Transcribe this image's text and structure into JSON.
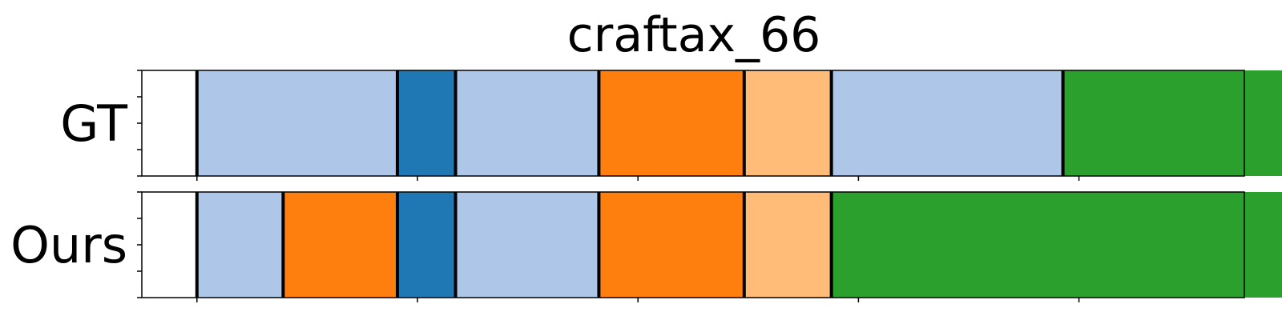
{
  "chart_data": {
    "type": "segmentation",
    "title": "craftax_66",
    "xlim": [
      0,
      55
    ],
    "x_ticks": [
      2.75,
      13.75,
      24.75,
      35.75,
      46.75,
      57.75
    ],
    "rows": [
      {
        "label": "GT",
        "segments": [
          {
            "start": 2.75,
            "end": 12.75,
            "color": "#aec7e8"
          },
          {
            "start": 12.75,
            "end": 15.65,
            "color": "#1f77b4"
          },
          {
            "start": 15.65,
            "end": 22.8,
            "color": "#aec7e8"
          },
          {
            "start": 22.8,
            "end": 30.05,
            "color": "#ff7f0e"
          },
          {
            "start": 30.05,
            "end": 34.4,
            "color": "#ffbb78"
          },
          {
            "start": 34.4,
            "end": 45.95,
            "color": "#aec7e8"
          },
          {
            "start": 45.95,
            "end": 57.6,
            "color": "#2ca02c"
          }
        ]
      },
      {
        "label": "Ours",
        "segments": [
          {
            "start": 2.75,
            "end": 7.05,
            "color": "#aec7e8"
          },
          {
            "start": 7.05,
            "end": 12.75,
            "color": "#ff7f0e"
          },
          {
            "start": 12.75,
            "end": 15.65,
            "color": "#1f77b4"
          },
          {
            "start": 15.65,
            "end": 22.8,
            "color": "#aec7e8"
          },
          {
            "start": 22.8,
            "end": 30.05,
            "color": "#ff7f0e"
          },
          {
            "start": 30.05,
            "end": 34.4,
            "color": "#ffbb78"
          },
          {
            "start": 34.4,
            "end": 57.6,
            "color": "#2ca02c"
          }
        ]
      }
    ],
    "colors": {
      "light_blue": "#aec7e8",
      "blue": "#1f77b4",
      "orange": "#ff7f0e",
      "light_orange": "#ffbb78",
      "green": "#2ca02c"
    }
  }
}
